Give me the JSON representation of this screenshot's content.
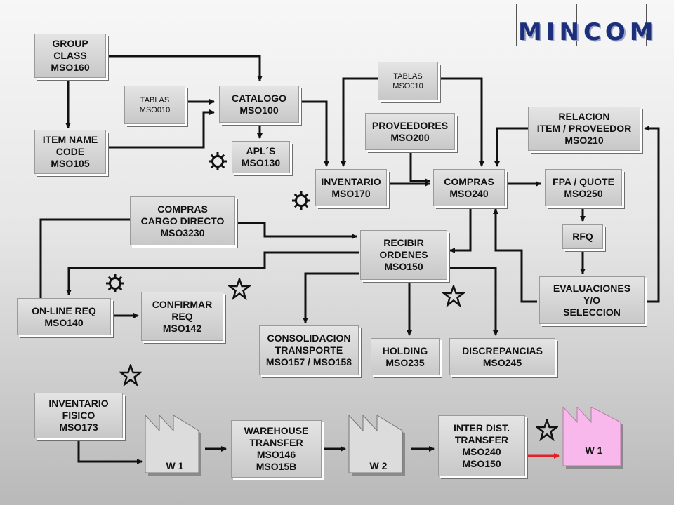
{
  "logo": {
    "text": "MINCOM",
    "color": "#1d2f7a"
  },
  "boxes": {
    "group_class": "GROUP\nCLASS\nMSO160",
    "item_name_code": "ITEM NAME\nCODE\nMSO105",
    "tablas_1": "TABLAS\nMSO010",
    "catalogo": "CATALOGO\nMSO100",
    "apls": "APL´S\nMSO130",
    "tablas_2": "TABLAS\nMSO010",
    "proveedores": "PROVEEDORES\nMSO200",
    "relacion": "RELACION\nITEM / PROVEEDOR\nMSO210",
    "inventario": "INVENTARIO\nMSO170",
    "compras": "COMPRAS\nMSO240",
    "fpa_quote": "FPA / QUOTE\nMSO250",
    "compras_cargo": "COMPRAS\nCARGO DIRECTO\nMSO3230",
    "recibir_ordenes": "RECIBIR\nORDENES\nMSO150",
    "rfq": "RFQ",
    "evaluaciones": "EVALUACIONES\nY/O\nSELECCION",
    "online_req": "ON-LINE REQ\nMSO140",
    "confirmar_req": "CONFIRMAR\nREQ\nMSO142",
    "consolidacion": "CONSOLIDACION\nTRANSPORTE\nMSO157 / MSO158",
    "holding": "HOLDING\nMSO235",
    "discrepancias": "DISCREPANCIAS\nMSO245",
    "inventario_fisico": "INVENTARIO\nFISICO\nMSO173",
    "warehouse_transfer": "WAREHOUSE\nTRANSFER\nMSO146\nMSO15B",
    "inter_dist": "INTER DIST.\nTRANSFER\nMSO240\nMSO150"
  },
  "warehouses": {
    "w1": "W 1",
    "w2": "W 2",
    "w1_target": "W 1"
  },
  "colors": {
    "target_warehouse": "#f9b8ec",
    "target_arrow": "#e0202a"
  },
  "symbols": [
    "sun-icon",
    "sun-icon",
    "sun-icon",
    "star-icon",
    "star-icon",
    "star-icon",
    "star-icon"
  ]
}
